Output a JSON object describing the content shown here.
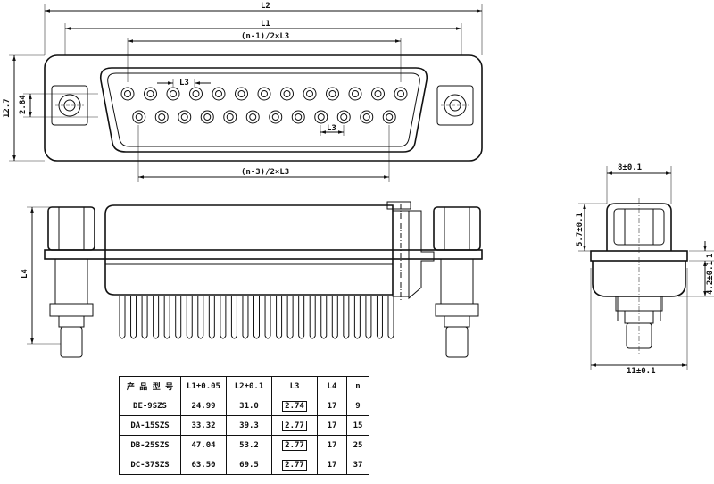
{
  "top_view": {
    "dim_L2": "L2",
    "dim_L1": "L1",
    "dim_top_row": "(n-1)/2×L3",
    "dim_bottom_row": "(n-3)/2×L3",
    "dim_pitch_upper": "L3",
    "dim_pitch_lower": "L3",
    "dim_height": "12.7",
    "dim_row_gap": "2.84",
    "pins_top_row": 13,
    "pins_bottom_row": 12
  },
  "side_view": {
    "dim_L4": "L4",
    "pin_count": 25
  },
  "end_view": {
    "dim_top_width": "8±0.1",
    "dim_upper_height": "5.7±0.1",
    "dim_flange_thickness": "1",
    "dim_lower_height": "4.2±0.1",
    "dim_bottom_width": "11±0.1"
  },
  "spec_table": {
    "headers": [
      "产 品 型 号",
      "L1±0.05",
      "L2±0.1",
      "L3",
      "L4",
      "n"
    ],
    "rows": [
      [
        "DE-9SZS",
        "24.99",
        "31.0",
        "2.74",
        "17",
        "9"
      ],
      [
        "DA-15SZS",
        "33.32",
        "39.3",
        "2.77",
        "17",
        "15"
      ],
      [
        "DB-25SZS",
        "47.04",
        "53.2",
        "2.77",
        "17",
        "25"
      ],
      [
        "DC-37SZS",
        "63.50",
        "69.5",
        "2.77",
        "17",
        "37"
      ]
    ]
  }
}
